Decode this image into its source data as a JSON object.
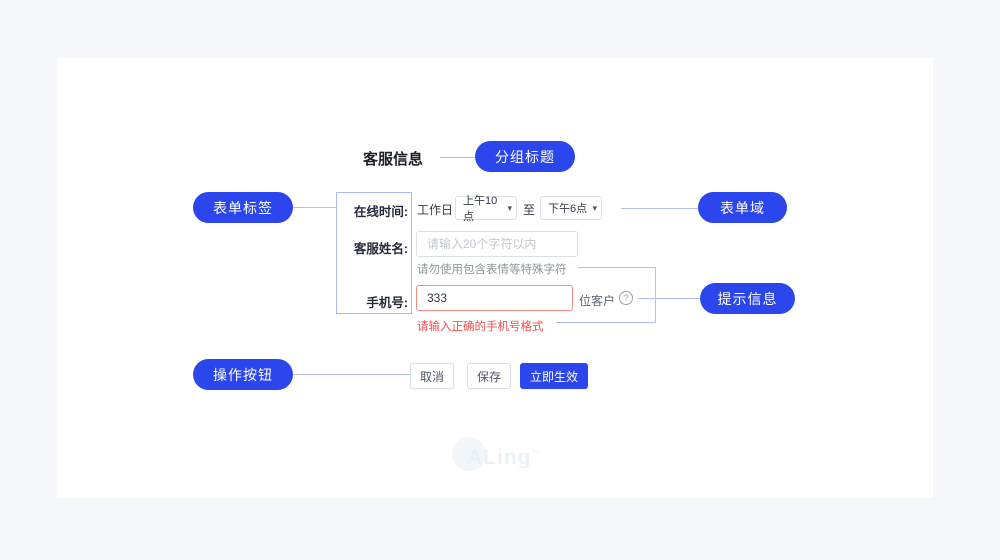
{
  "annotations": {
    "group_title": {
      "label": "分组标题"
    },
    "form_label": {
      "label": "表单标签"
    },
    "form_field": {
      "label": "表单域"
    },
    "hint_info": {
      "label": "提示信息"
    },
    "action_buttons": {
      "label": "操作按钮"
    }
  },
  "form": {
    "section_title": "客服信息",
    "online_time": {
      "label": "在线时间:",
      "day_text": "工作日",
      "start_value": "上午10点",
      "to_text": "至",
      "end_value": "下午6点"
    },
    "agent_name": {
      "label": "客服姓名:",
      "placeholder": "请输入20个字符以内",
      "hint": "请勿使用包含表情等特殊字符"
    },
    "phone": {
      "label": "手机号:",
      "value": "333",
      "suffix": "位客户",
      "error": "请输入正确的手机号格式"
    },
    "actions": {
      "cancel": "取消",
      "save": "保存",
      "submit": "立即生效"
    }
  },
  "icons": {
    "chevron_down": "▾",
    "help": "?"
  },
  "watermark": {
    "text": "ALing",
    "tm": "™"
  },
  "colors": {
    "accent": "#2b46ed",
    "connector": "#b3bef2",
    "error": "#f34d4d",
    "page_bg": "#f6f7fa",
    "card_bg": "#ffffff"
  }
}
